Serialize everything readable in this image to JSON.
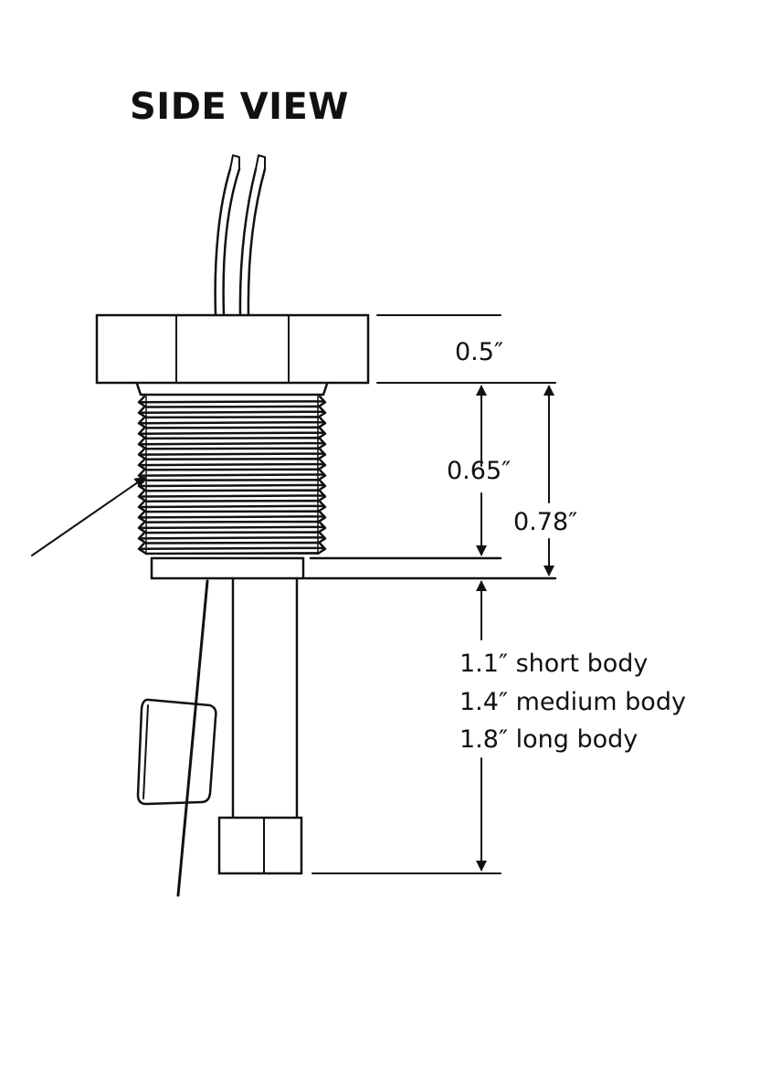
{
  "title": "SIDE VIEW",
  "dimensions": {
    "hex_height": "0.5″",
    "thread_length": "0.65″",
    "thread_plus_collar": "0.78″",
    "body_lengths": [
      "1.1″ short body",
      "1.4″ medium body",
      "1.8″ long body"
    ]
  },
  "colors": {
    "line": "#111111",
    "background": "#ffffff"
  }
}
